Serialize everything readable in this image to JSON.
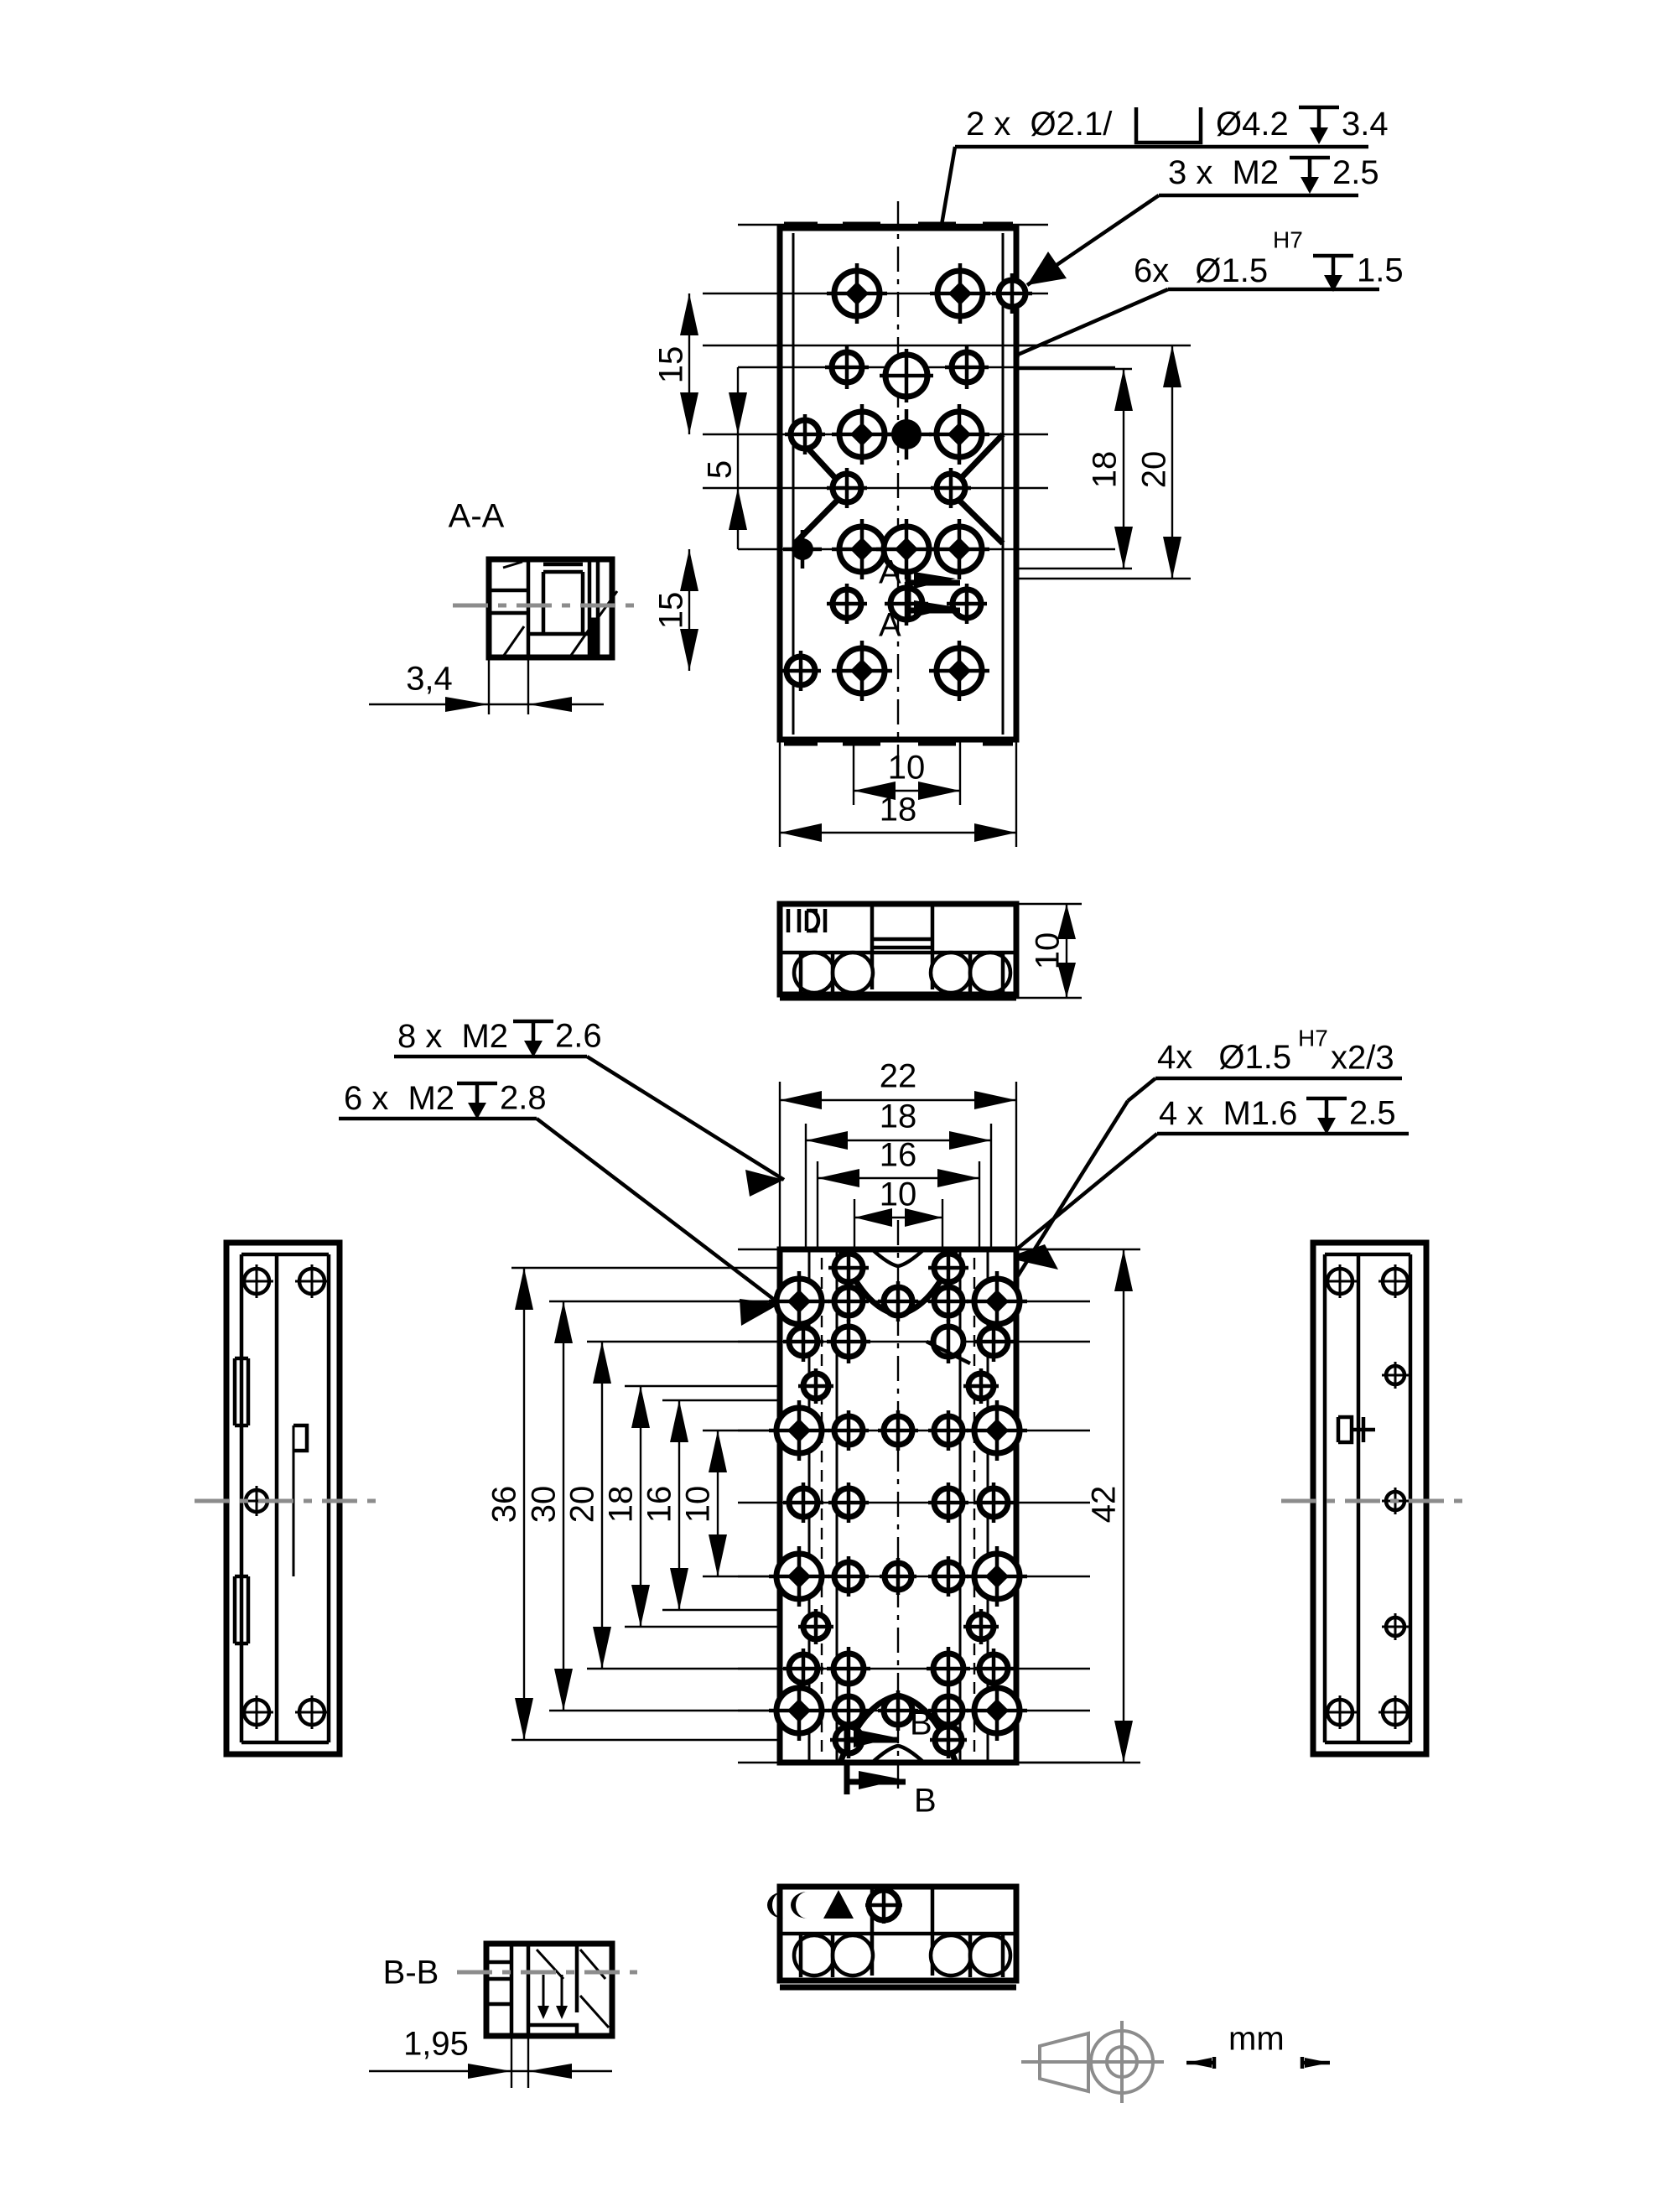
{
  "document": {
    "type": "engineering-drawing",
    "title": "Mounting plate technical drawing",
    "units_label": "mm",
    "line_color": "#000000",
    "background_color": "#ffffff",
    "centerline_color": "#8c8c8c"
  },
  "callouts": {
    "top_view": [
      {
        "id": "c1",
        "text": "2 x Ø2.1/ ⌴ Ø4.2 ↓ 3.4",
        "parts": {
          "qty": "2 x",
          "dia": "Ø2.1/",
          "cbore_symbol": "⌴",
          "cbore_dia": "Ø4.2",
          "depth_symbol": "↓",
          "depth": "3.4"
        }
      },
      {
        "id": "c2",
        "text": "3 x M2 ↓ 2.5",
        "parts": {
          "qty": "3 x",
          "thread": "M2",
          "depth_symbol": "↓",
          "depth": "2.5"
        }
      },
      {
        "id": "c3",
        "text": "6x Ø1.5 H7 ↓ 1.5",
        "parts": {
          "qty": "6x",
          "dia": "Ø1.5",
          "tolerance": "H7",
          "depth_symbol": "↓",
          "depth": "1.5"
        }
      }
    ],
    "bottom_view": [
      {
        "id": "c4",
        "text": "8 x M2 ↓ 2.6",
        "parts": {
          "qty": "8 x",
          "thread": "M2",
          "depth_symbol": "↓",
          "depth": "2.6"
        }
      },
      {
        "id": "c5",
        "text": "6 x M2 ↓ 2.8",
        "parts": {
          "qty": "6 x",
          "thread": "M2",
          "depth_symbol": "↓",
          "depth": "2.8"
        }
      },
      {
        "id": "c6",
        "text": "4x Ø1.5 H7 x2/3",
        "parts": {
          "qty": "4x",
          "dia": "Ø1.5",
          "tolerance": "H7",
          "suffix": "x2/3"
        }
      },
      {
        "id": "c7",
        "text": "4 x M1.6 ↓ 2.5",
        "parts": {
          "qty": "4 x",
          "thread": "M1.6",
          "depth_symbol": "↓",
          "depth": "2.5"
        }
      }
    ]
  },
  "section_labels": {
    "aa": "A-A",
    "bb": "B-B",
    "a_mark_1": "A",
    "a_mark_2": "A",
    "b_mark_1": "B",
    "b_mark_2": "B"
  },
  "dimensions": {
    "top_view_vertical_left": [
      "15",
      "5",
      "15"
    ],
    "top_view_vertical_right": [
      "18",
      "20"
    ],
    "top_view_horizontal_bottom": [
      "10",
      "18"
    ],
    "section_aa_width": "3,4",
    "front_view_height": "10",
    "bottom_view_horizontal_top": [
      "22",
      "18",
      "16",
      "10"
    ],
    "bottom_view_vertical_left": [
      "36",
      "30",
      "20",
      "18",
      "16",
      "10"
    ],
    "bottom_view_vertical_right": [
      "42"
    ],
    "section_bb_width": "1,95"
  },
  "legend": {
    "units": "mm",
    "symbol_name": "first-angle-projection-symbol"
  },
  "symbols": {
    "diameter": "Ø",
    "depth": "↓",
    "counterbore": "⌴"
  }
}
